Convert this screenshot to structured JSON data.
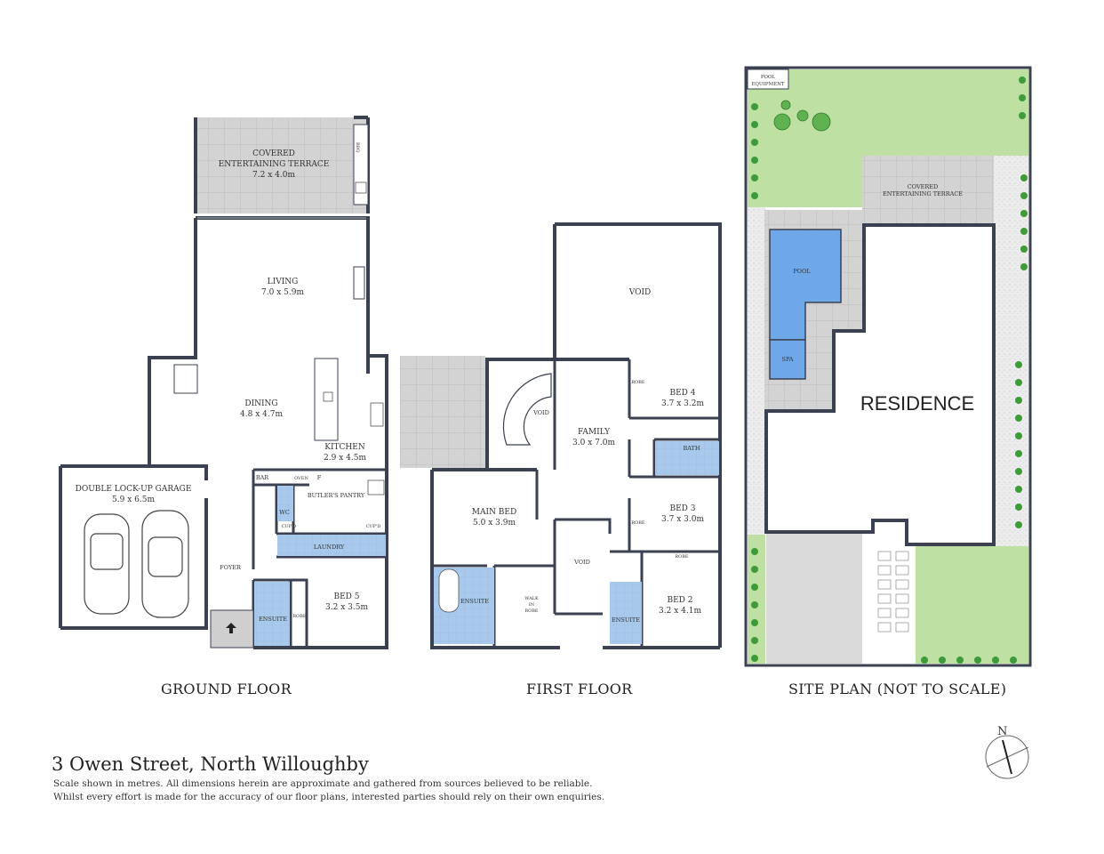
{
  "title": "3 Owen Street, North Willoughby",
  "disclaimer": [
    "Scale shown in metres.  All dimensions herein are approximate and gathered from sources believed to be  reliable.",
    "Whilst every effort is made for the accuracy of our floor plans, interested parties should rely on their own enquiries."
  ],
  "captions": {
    "ground": "GROUND FLOOR",
    "first": "FIRST FLOOR",
    "site": "SITE PLAN (NOT TO SCALE)"
  },
  "compass": "N",
  "ground_floor": {
    "terrace_name_1": "COVERED",
    "terrace_name_2": "ENTERTAINING TERRACE",
    "terrace_dim": "7.2 x 4.0m",
    "bbq": "BBQ",
    "living": "LIVING",
    "living_dim": "7.0 x 5.9m",
    "dining": "DINING",
    "dining_dim": "4.8 x 4.7m",
    "kitchen": "KITCHEN",
    "kitchen_dim": "2.9 x 4.5m",
    "garage": "DOUBLE LOCK-UP GARAGE",
    "garage_dim": "5.9 x 6.5m",
    "bar": "BAR",
    "oven": "OVEN",
    "fridge": "F",
    "butlers_pantry": "BUTLER'S PANTRY",
    "wc": "WC",
    "cup": "CUP'D",
    "laundry": "LAUNDRY",
    "foyer": "FOYER",
    "ensuite": "ENSUITE",
    "robe": "ROBE",
    "bed5": "BED 5",
    "bed5_dim": "3.2 x 3.5m"
  },
  "first_floor": {
    "void": "VOID",
    "family": "FAMILY",
    "family_dim": "3.0 x 7.0m",
    "bed4": "BED 4",
    "bed4_dim": "3.7 x 3.2m",
    "bath": "BATH",
    "bed3": "BED 3",
    "bed3_dim": "3.7 x 3.0m",
    "robe": "ROBE",
    "main_bed": "MAIN BED",
    "main_bed_dim": "5.0 x 3.9m",
    "ensuite": "ENSUITE",
    "walk_in_robe_1": "WALK",
    "walk_in_robe_2": "IN",
    "walk_in_robe_3": "ROBE",
    "bed2": "BED 2",
    "bed2_dim": "3.2 x 4.1m"
  },
  "site_plan": {
    "pool_equipment_1": "POOL",
    "pool_equipment_2": "EQUIPMENT",
    "terrace_1": "COVERED",
    "terrace_2": "ENTERTAINING TERRACE",
    "pool": "POOL",
    "spa": "SPA",
    "residence": "RESIDENCE"
  },
  "colors": {
    "wall": "#3b4150",
    "wet_area": "#a9c9ec",
    "terrace": "#d3d3d3",
    "lawn": "#bfe0a3",
    "pool": "#6fa8e8",
    "hedge": "#3d9b3a"
  }
}
